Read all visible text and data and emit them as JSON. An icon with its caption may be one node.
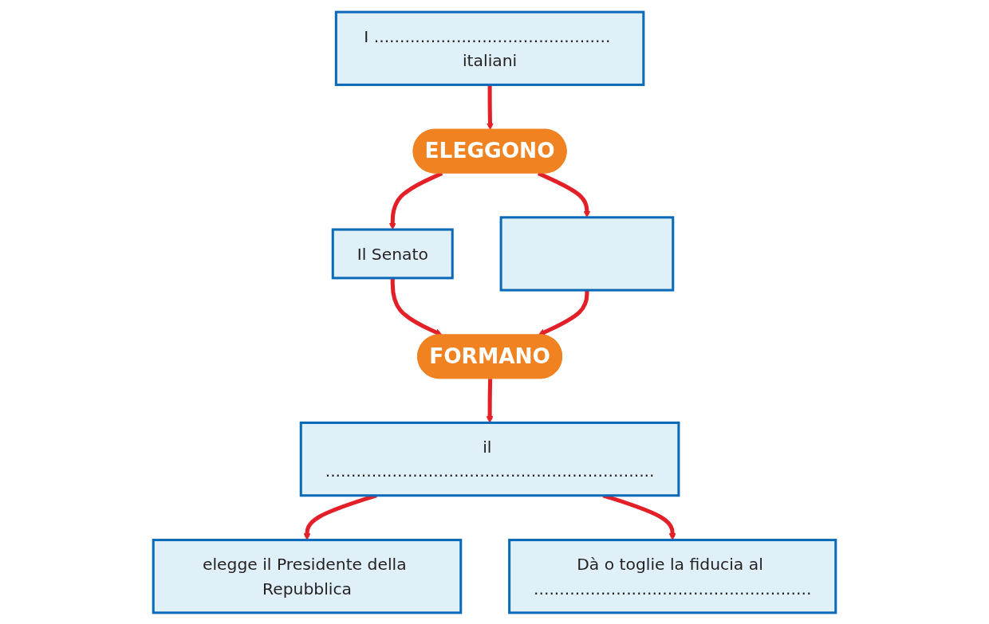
{
  "diagram": {
    "nodes": [
      {
        "text": [
          "I .............................................. italiani"
        ]
      },
      {
        "text": [
          "ELEGGONO"
        ]
      },
      {
        "text": [
          "Il Senato"
        ]
      },
      {
        "text": [],
        "shape": "box"
      },
      {
        "text": [
          "FORMANO"
        ]
      },
      {
        "text": [
          "il ................................................................"
        ]
      },
      {
        "text": [
          "elegge il Presidente della Repubblica"
        ]
      },
      {
        "text": [
          "Dà o toglie la fiducia al ......................................................"
        ]
      }
    ],
    "edges": [
      {
        "from": 0,
        "to": 1,
        "arrow": "to"
      },
      {
        "from": 1,
        "to": 2,
        "arrow": "to"
      },
      {
        "from": 1,
        "to": 3,
        "arrow": "to"
      },
      {
        "from": 2,
        "to": 4,
        "arrow": "to"
      },
      {
        "from": 3,
        "to": 4,
        "arrow": "to"
      },
      {
        "from": 4,
        "to": 5,
        "arrow": "to"
      },
      {
        "from": 5,
        "to": 6,
        "arrow": "to"
      },
      {
        "from": 5,
        "to": 7,
        "arrow": "to"
      }
    ]
  }
}
